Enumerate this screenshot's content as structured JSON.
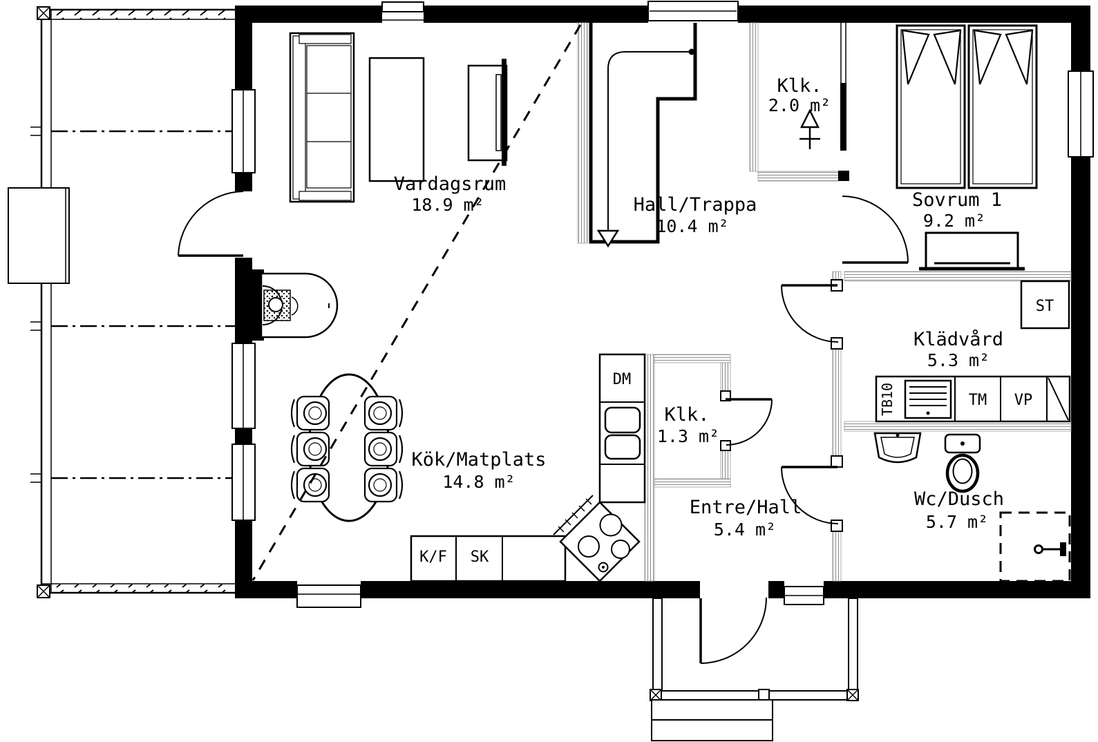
{
  "plan": {
    "title": "Floor plan (Swedish single-family house, entry level)",
    "colors": {
      "wall": "#000000",
      "opening_hatch": "#8a8a8a",
      "background": "#ffffff"
    },
    "rooms": [
      {
        "id": "vardagsrum",
        "name": "Vardagsrum",
        "area": "18.9 m²"
      },
      {
        "id": "hall-trappa",
        "name": "Hall/Trappa",
        "area": "10.4 m²"
      },
      {
        "id": "klk-upper",
        "name": "Klk.",
        "area": "2.0 m²"
      },
      {
        "id": "sovrum-1",
        "name": "Sovrum 1",
        "area": "9.2 m²"
      },
      {
        "id": "kladvard",
        "name": "Klädvård",
        "area": "5.3 m²"
      },
      {
        "id": "kok-matplats",
        "name": "Kök/Matplats",
        "area": "14.8 m²"
      },
      {
        "id": "klk-lower",
        "name": "Klk.",
        "area": "1.3 m²"
      },
      {
        "id": "entre-hall",
        "name": "Entre/Hall",
        "area": "5.4 m²"
      },
      {
        "id": "wc-dusch",
        "name": "Wc/Dusch",
        "area": "5.7 m²"
      }
    ],
    "fixtures": {
      "kf": "K/F",
      "sk": "SK",
      "dm": "DM",
      "st": "ST",
      "tb10": "TB10",
      "tm": "TM",
      "vp": "VP"
    }
  }
}
